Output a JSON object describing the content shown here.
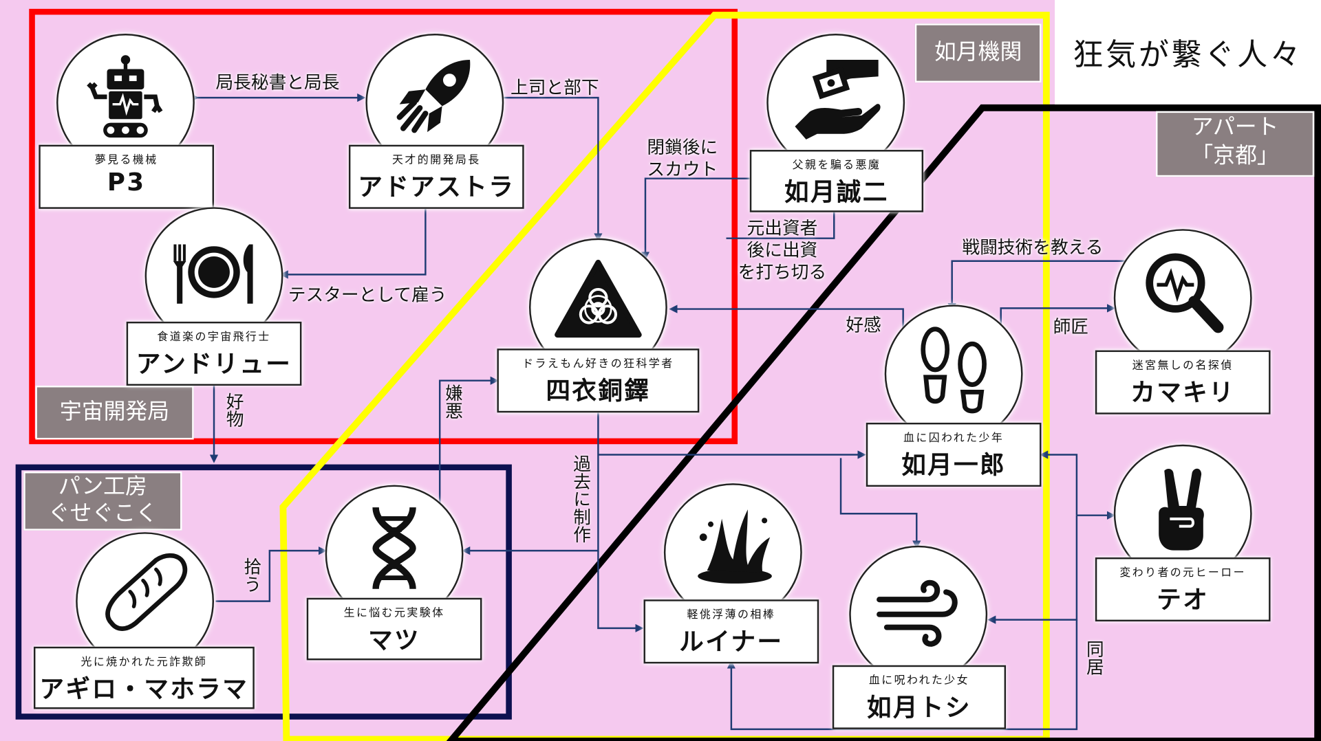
{
  "title": "狂気が繋ぐ人々",
  "groups": {
    "space_bureau": "宇宙開発局",
    "kisaragi": "如月機関",
    "apart_line1": "アパート",
    "apart_line2": "「京都」",
    "bakery_line1": "パン工房",
    "bakery_line2": "ぐせぐこく"
  },
  "characters": {
    "p3": {
      "subtitle": "夢見る機械",
      "name": "P3",
      "icon": "robot-icon"
    },
    "adastra": {
      "subtitle": "天才的開発局長",
      "name": "アドアストラ",
      "icon": "rocket-icon"
    },
    "andrew": {
      "subtitle": "食道楽の宇宙飛行士",
      "name": "アンドリュー",
      "icon": "plate-cutlery-icon"
    },
    "seiji": {
      "subtitle": "父親を騙る悪魔",
      "name": "如月誠二",
      "icon": "money-hand-icon"
    },
    "yotsue": {
      "subtitle": "ドラえもん好きの狂科学者",
      "name": "四衣銅鐸",
      "icon": "biohazard-icon"
    },
    "ichiro": {
      "subtitle": "血に囚われた少年",
      "name": "如月一郎",
      "icon": "footprints-icon"
    },
    "kamakiri": {
      "subtitle": "迷宮無しの名探偵",
      "name": "カマキリ",
      "icon": "magnifier-pulse-icon"
    },
    "teo": {
      "subtitle": "変わり者の元ヒーロー",
      "name": "テオ",
      "icon": "peace-hand-icon"
    },
    "matsu": {
      "subtitle": "生に悩む元実験体",
      "name": "マツ",
      "icon": "dna-icon"
    },
    "ruiner": {
      "subtitle": "軽佻浮薄の相棒",
      "name": "ルイナー",
      "icon": "splash-icon"
    },
    "toshi": {
      "subtitle": "血に呪われた少女",
      "name": "如月トシ",
      "icon": "wind-icon"
    },
    "agiro": {
      "subtitle": "光に焼かれた元詐欺師",
      "name": "アギロ・マホラマ",
      "icon": "bread-icon"
    }
  },
  "relations": {
    "p3_adastra": "局長秘書と局長",
    "boss_sub": "上司と部下",
    "tester": "テスターとして雇う",
    "scout_l1": "閉鎖後に",
    "scout_l2": "スカウト",
    "investor_l1": "元出資者",
    "investor_l2": "後に出資",
    "investor_l3": "を打ち切る",
    "favorite": "好物",
    "hate": "嫌悪",
    "past_made": "過去に制作",
    "affection": "好感",
    "combat": "戦闘技術を教える",
    "mentor": "師匠",
    "pickup": "拾う",
    "cohabit": "同居"
  },
  "colors": {
    "background": "#f5c9ef",
    "space_border": "#ff0000",
    "kisaragi_border": "#ffff00",
    "apart_border": "#000000",
    "bakery_border": "#0d1150",
    "arrow": "#1f3b73"
  }
}
